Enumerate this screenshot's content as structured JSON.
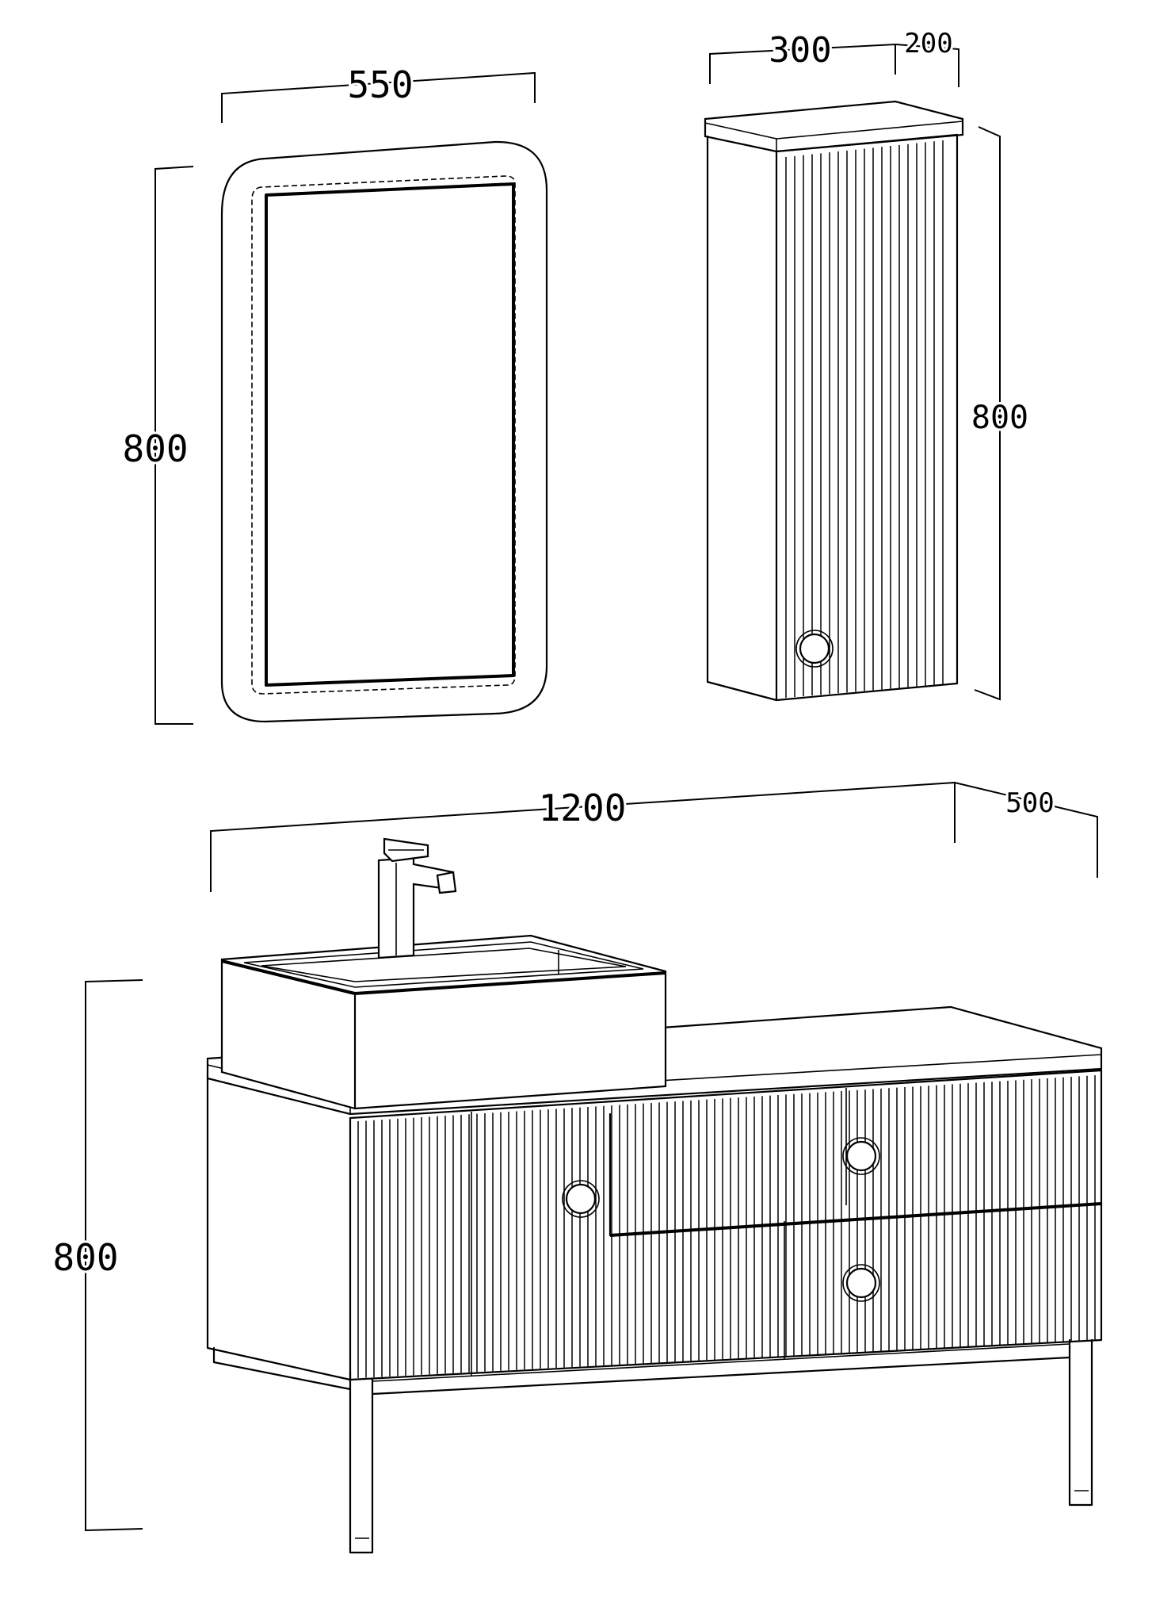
{
  "diagram": {
    "mirror": {
      "width_label": "550",
      "height_label": "800"
    },
    "wall_cabinet": {
      "width_label": "300",
      "depth_label": "200",
      "height_label": "800"
    },
    "vanity": {
      "width_label": "1200",
      "depth_label": "500",
      "height_label": "800"
    }
  }
}
